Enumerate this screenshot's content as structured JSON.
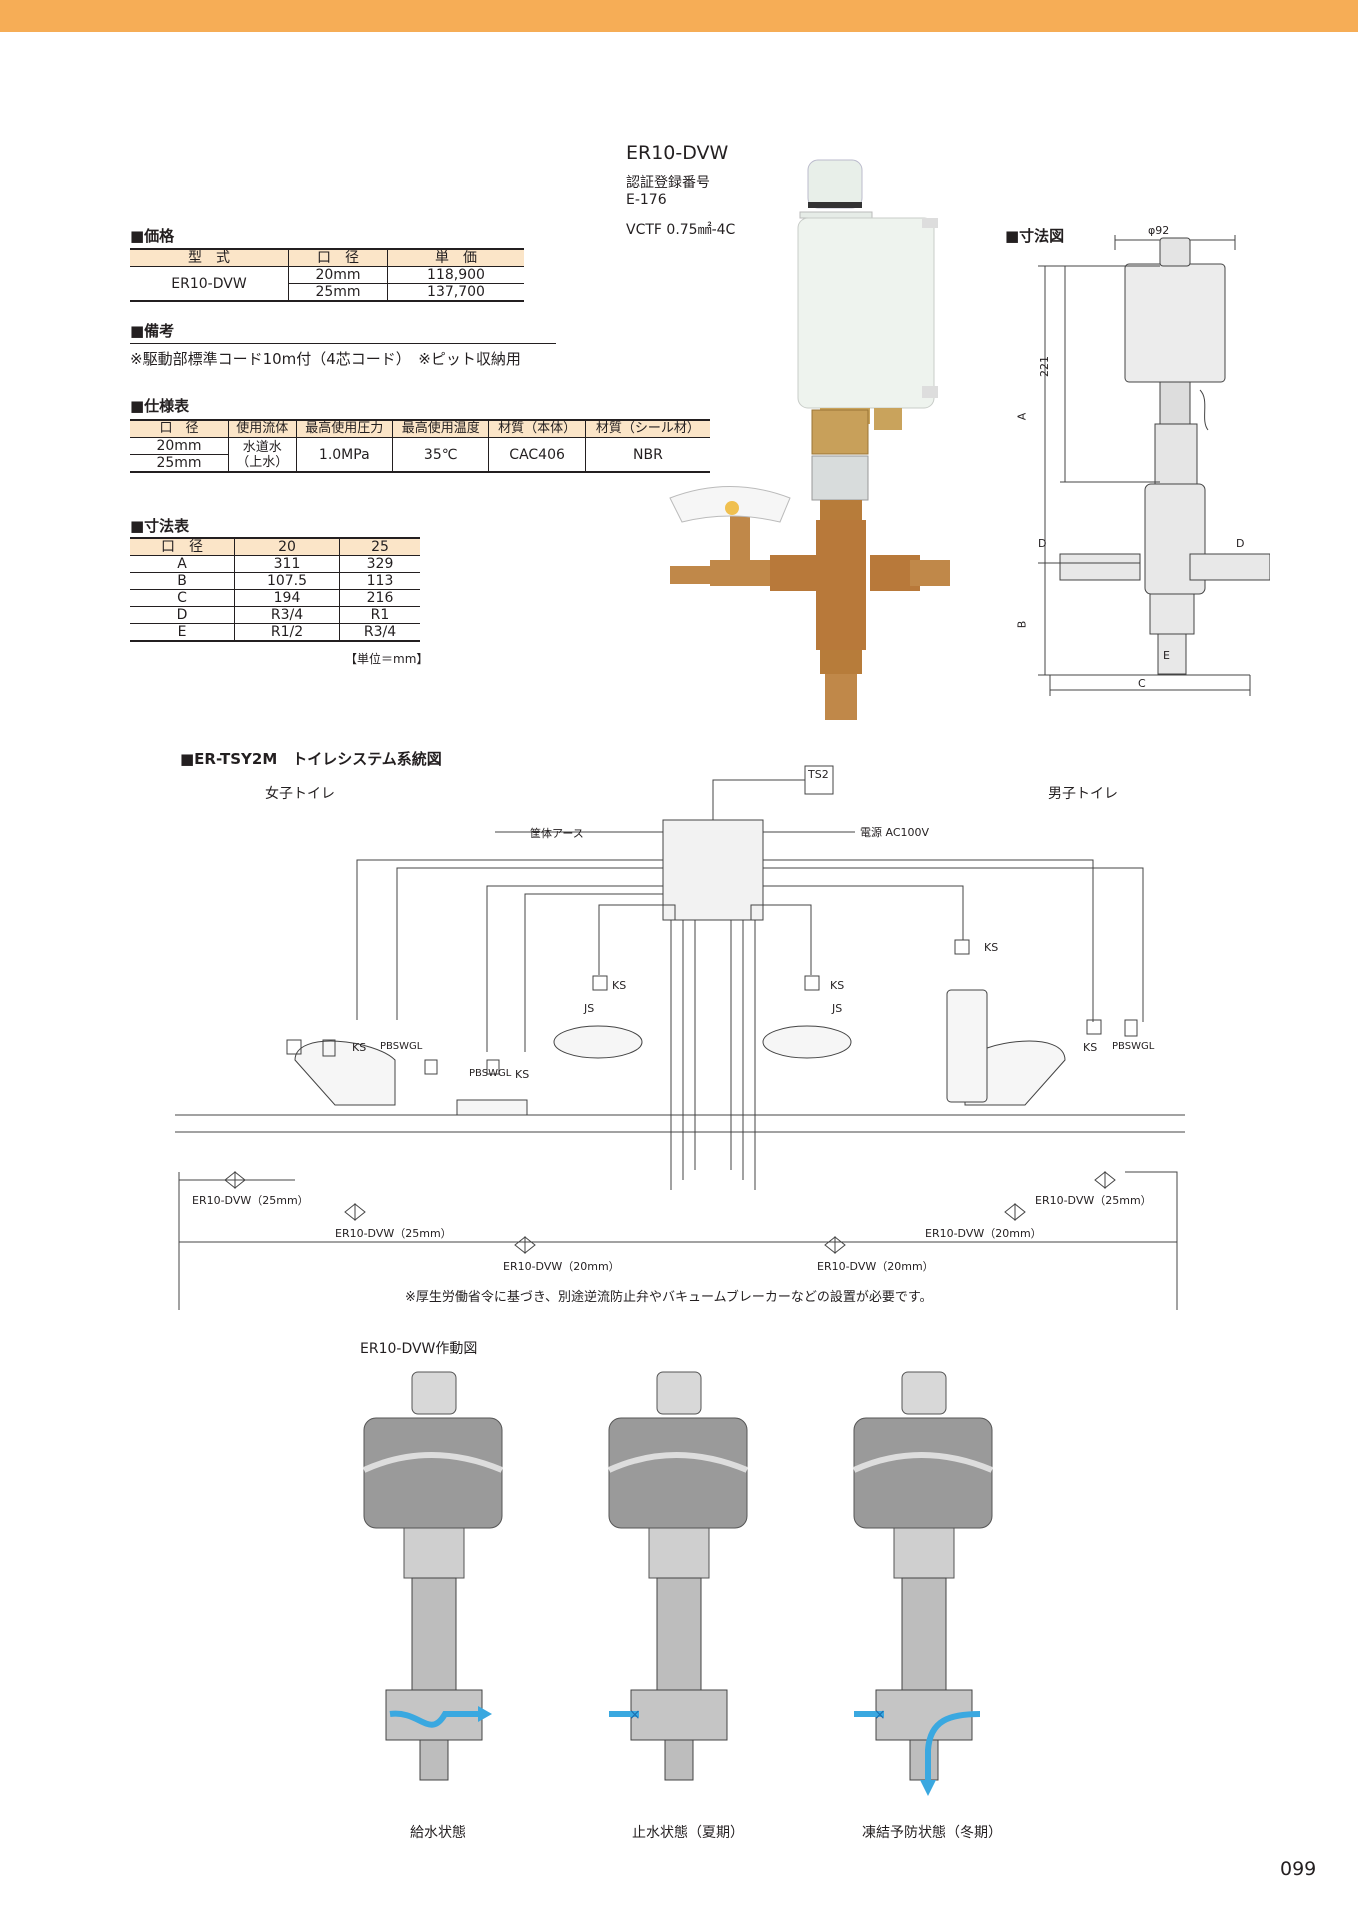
{
  "product": {
    "model": "ER10-DVW",
    "cert_label": "認証登録番号",
    "cert_no": "E-176",
    "cable": "VCTF 0.75㎟-4C"
  },
  "price": {
    "heading": "■価格",
    "headers": [
      "型　式",
      "口　径",
      "単　価"
    ],
    "model": "ER10-DVW",
    "rows": [
      {
        "size": "20mm",
        "price": "118,900"
      },
      {
        "size": "25mm",
        "price": "137,700"
      }
    ]
  },
  "remarks": {
    "heading": "■備考",
    "text": "※駆動部標準コード10m付（4芯コード）　※ピット収納用"
  },
  "spec": {
    "heading": "■仕様表",
    "headers": [
      "口　径",
      "使用流体",
      "最高使用圧力",
      "最高使用温度",
      "材質（本体）",
      "材質（シール材）"
    ],
    "sizes": [
      "20mm",
      "25mm"
    ],
    "fluid": "水道水\n（上水）",
    "pressure": "1.0MPa",
    "temp": "35℃",
    "body": "CAC406",
    "seal": "NBR"
  },
  "dims": {
    "heading": "■寸法表",
    "headers": [
      "口　径",
      "20",
      "25"
    ],
    "rows": [
      [
        "A",
        "311",
        "329"
      ],
      [
        "B",
        "107.5",
        "113"
      ],
      [
        "C",
        "194",
        "216"
      ],
      [
        "D",
        "R3/4",
        "R1"
      ],
      [
        "E",
        "R1/2",
        "R3/4"
      ]
    ],
    "unit": "【単位＝mm】"
  },
  "drawing": {
    "heading": "■寸法図",
    "phi": "φ92",
    "dim221": "221",
    "A": "A",
    "B": "B",
    "C": "C",
    "D": "D",
    "E": "E"
  },
  "system": {
    "heading": "■ER-TSY2M　トイレシステム系統図",
    "women": "女子トイレ",
    "men": "男子トイレ",
    "ts2": "TS2",
    "ground": "筐体アース",
    "power": "電源 AC100V",
    "ks": "KS",
    "js": "JS",
    "pbswgl": "PBSWGL",
    "valves": [
      "ER10-DVW（25mm）",
      "ER10-DVW（25mm）",
      "ER10-DVW（20mm）",
      "ER10-DVW（20mm）",
      "ER10-DVW（20mm）",
      "ER10-DVW（25mm）"
    ],
    "note": "※厚生労働省令に基づき、別途逆流防止弁やバキュームブレーカーなどの設置が必要です。"
  },
  "operation": {
    "heading": "ER10-DVW作動図",
    "states": [
      "給水状態",
      "止水状態（夏期）",
      "凍結予防状態（冬期）"
    ]
  },
  "page_no": "099",
  "colors": {
    "accent": "#f6ad56",
    "table_head": "#fbe5c8",
    "water": "#3aa8e0"
  }
}
